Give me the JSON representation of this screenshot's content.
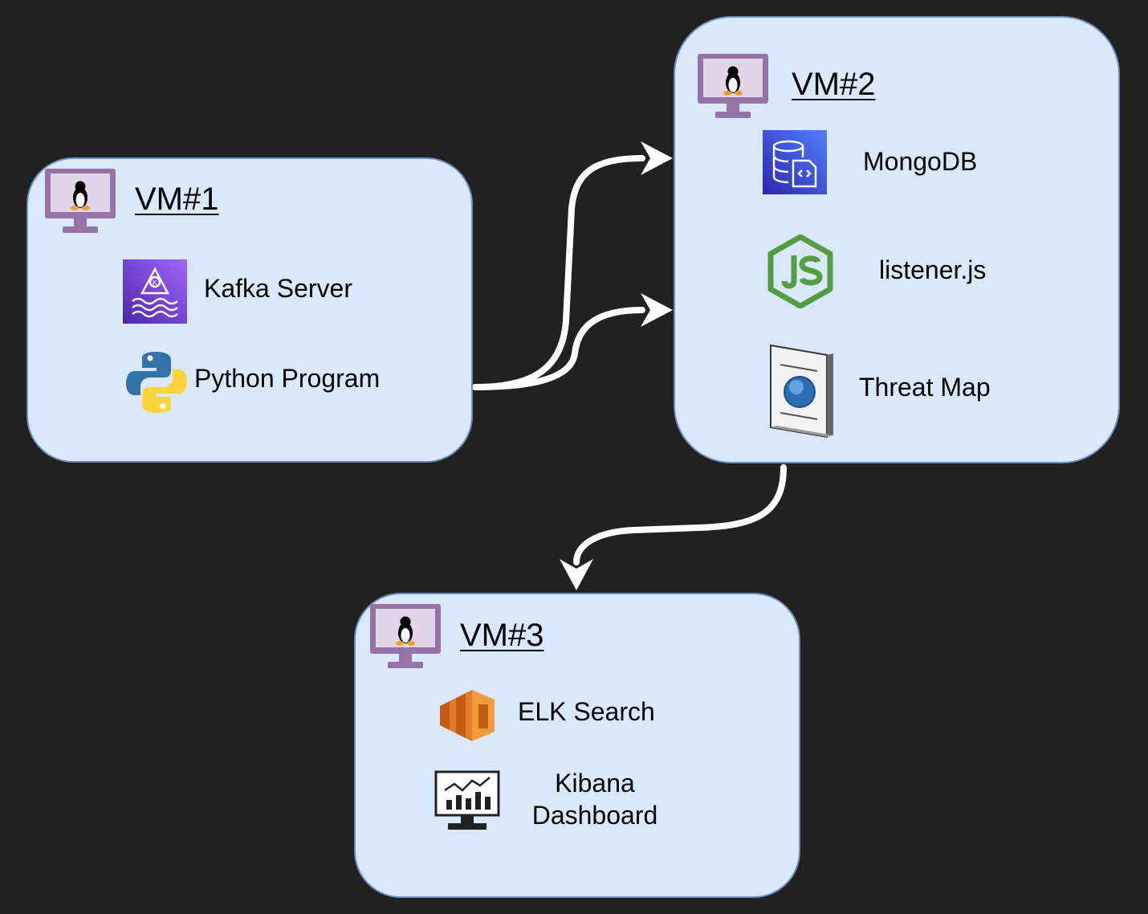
{
  "vm1": {
    "title": "VM#1",
    "items": [
      {
        "label": "Kafka Server",
        "icon": "kafka-icon"
      },
      {
        "label": "Python Program",
        "icon": "python-icon"
      }
    ]
  },
  "vm2": {
    "title": "VM#2",
    "items": [
      {
        "label": "MongoDB",
        "icon": "mongodb-icon"
      },
      {
        "label": "listener.js",
        "icon": "nodejs-icon"
      },
      {
        "label": "Threat Map",
        "icon": "threat-map-icon"
      }
    ]
  },
  "vm3": {
    "title": "VM#3",
    "items": [
      {
        "label": "ELK Search",
        "icon": "elk-icon"
      },
      {
        "label": "Kibana Dashboard",
        "label_line1": "Kibana",
        "label_line2": "Dashboard",
        "icon": "kibana-dashboard-icon"
      }
    ]
  },
  "colors": {
    "background": "#212121",
    "vm_fill": "#dae8fc",
    "vm_border": "#6c8ebf",
    "arrow": "#ffffff"
  }
}
